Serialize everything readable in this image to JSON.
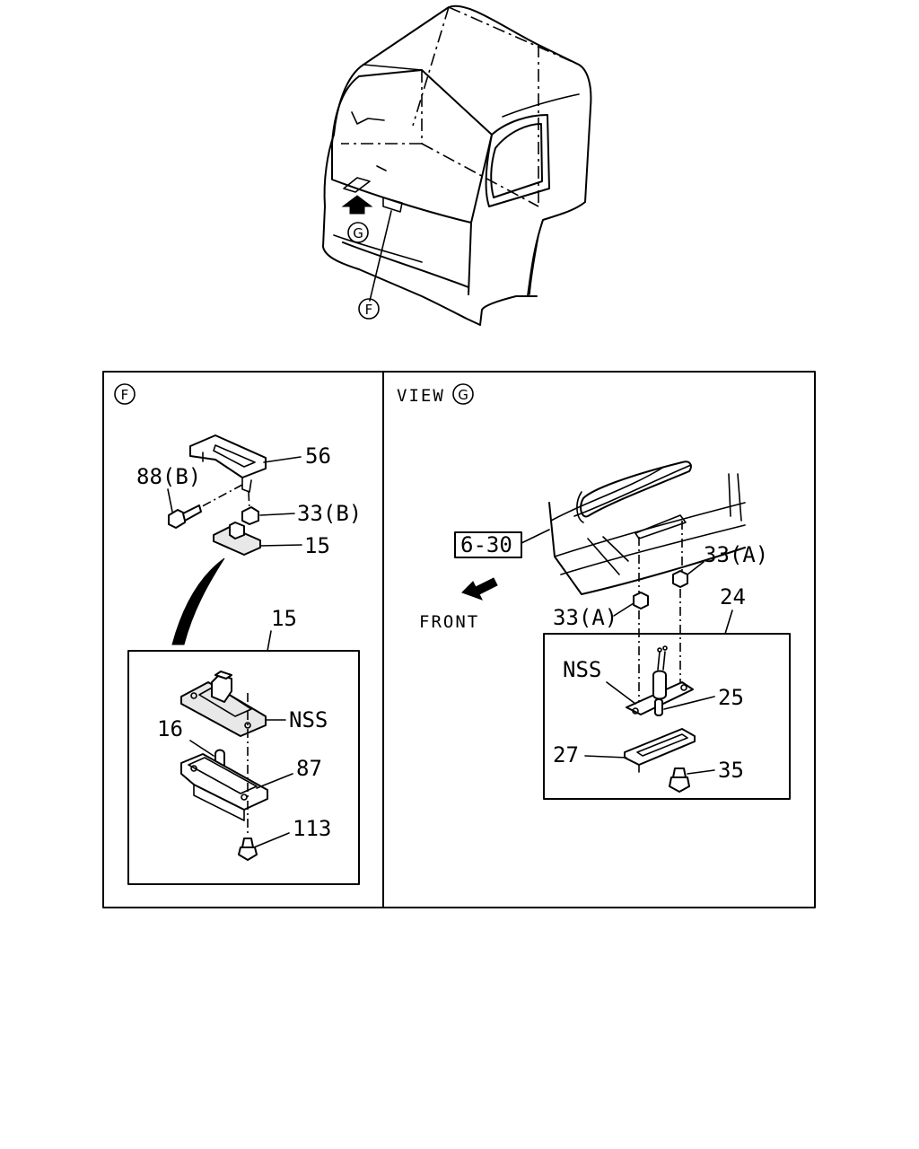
{
  "callouts": {
    "view_g": "G",
    "detail_f": "F"
  },
  "panel_f": {
    "circle_label": "F",
    "labels": {
      "p56": "56",
      "p88b": "88(B)",
      "p33b": "33(B)",
      "p15a": "15",
      "p15b": "15",
      "nss": "NSS",
      "p16": "16",
      "p87": "87",
      "p113": "113"
    }
  },
  "panel_g": {
    "view_text": "VIEW",
    "circle_label": "G",
    "ref_box": "6-30",
    "front_text": "FRONT",
    "labels": {
      "p33a_right": "33(A)",
      "p33a_left": "33(A)",
      "p24": "24",
      "nss": "NSS",
      "p25": "25",
      "p27": "27",
      "p35": "35"
    }
  }
}
